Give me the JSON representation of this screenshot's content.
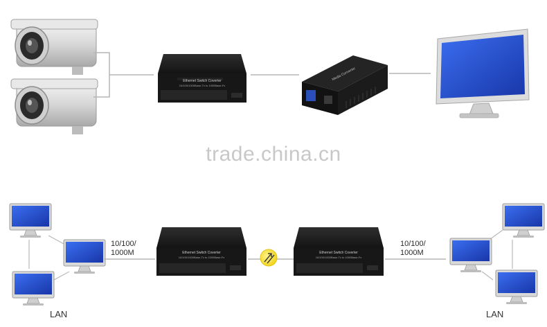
{
  "watermark": "trade.china.cn",
  "switch_label": {
    "title": "Ethernet Switch Coverter",
    "subtitle": "10/100/1000Base-Tx to 1000Base-Fx"
  },
  "converter_label": "Media Converter",
  "links": {
    "left_speed_line1": "10/100/",
    "left_speed_line2": "1000M",
    "right_speed_line1": "10/100/",
    "right_speed_line2": "1000M"
  },
  "lan_left": "LAN",
  "lan_right": "LAN",
  "colors": {
    "device_body": "#1c1c1c",
    "screen_blue": "#1f49c9",
    "connector_line": "#b5b5b5",
    "fiber_badge": "#f2e61e"
  }
}
